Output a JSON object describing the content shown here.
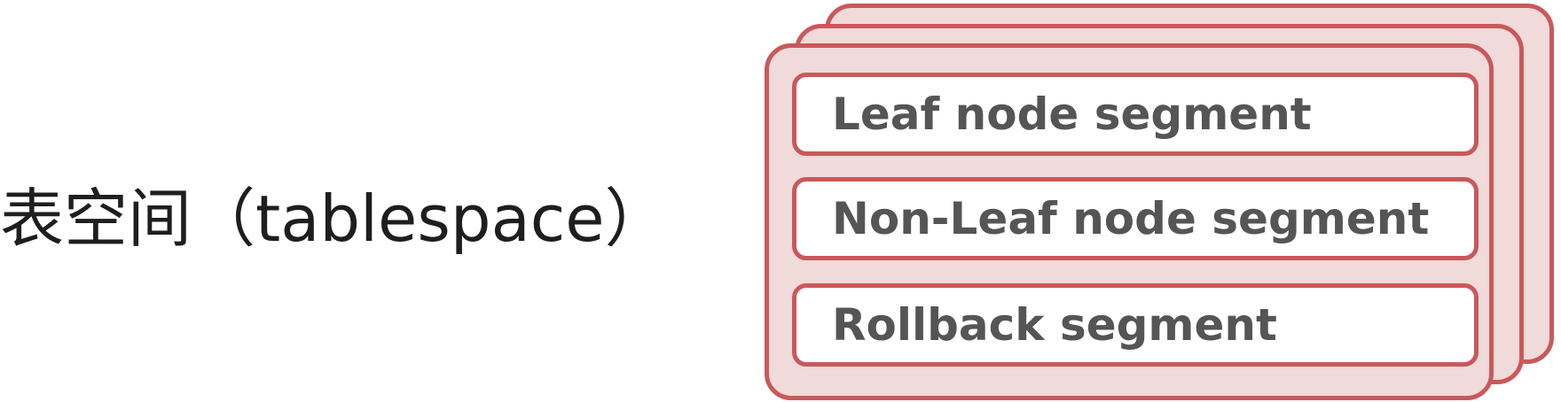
{
  "diagram": {
    "title": "表空间（tablespace）",
    "segments": [
      {
        "label": "Leaf node segment"
      },
      {
        "label": "Non-Leaf node segment"
      },
      {
        "label": "Rollback segment"
      }
    ],
    "colors": {
      "border": "#c9595a",
      "card_fill": "#f1dada",
      "segment_fill": "#ffffff",
      "label_text": "#555555",
      "title_text": "#1e1e1e"
    }
  }
}
